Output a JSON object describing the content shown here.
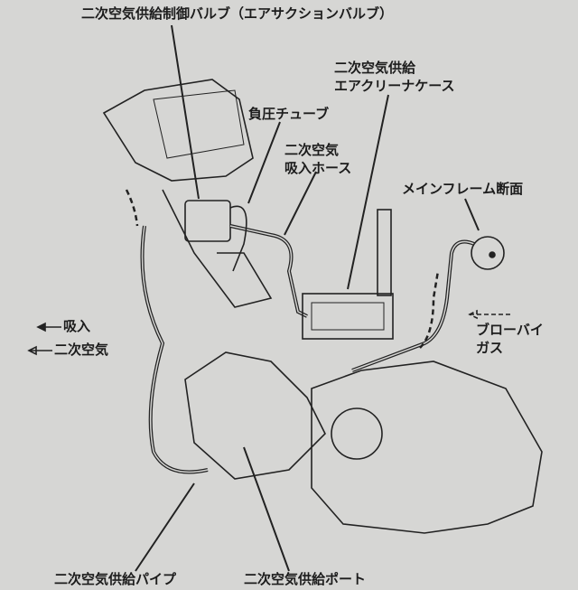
{
  "labels": {
    "valve": "二次空気供給制御バルブ（エアサクションバルブ）",
    "aircleaner_line1": "二次空気供給",
    "aircleaner_line2": "エアクリーナケース",
    "vacuum_tube": "負圧チューブ",
    "intake_hose_line1": "二次空気",
    "intake_hose_line2": "吸入ホース",
    "mainframe": "メインフレーム断面",
    "blowby_line1": "ブローバイ",
    "blowby_line2": "ガス",
    "supply_pipe": "二次空気供給パイプ",
    "supply_port": "二次空気供給ポート"
  },
  "legend": {
    "intake": "吸入",
    "secondary_air": "二次空気"
  },
  "colors": {
    "background": "#d6d6d4",
    "ink": "#1c1c1c"
  }
}
